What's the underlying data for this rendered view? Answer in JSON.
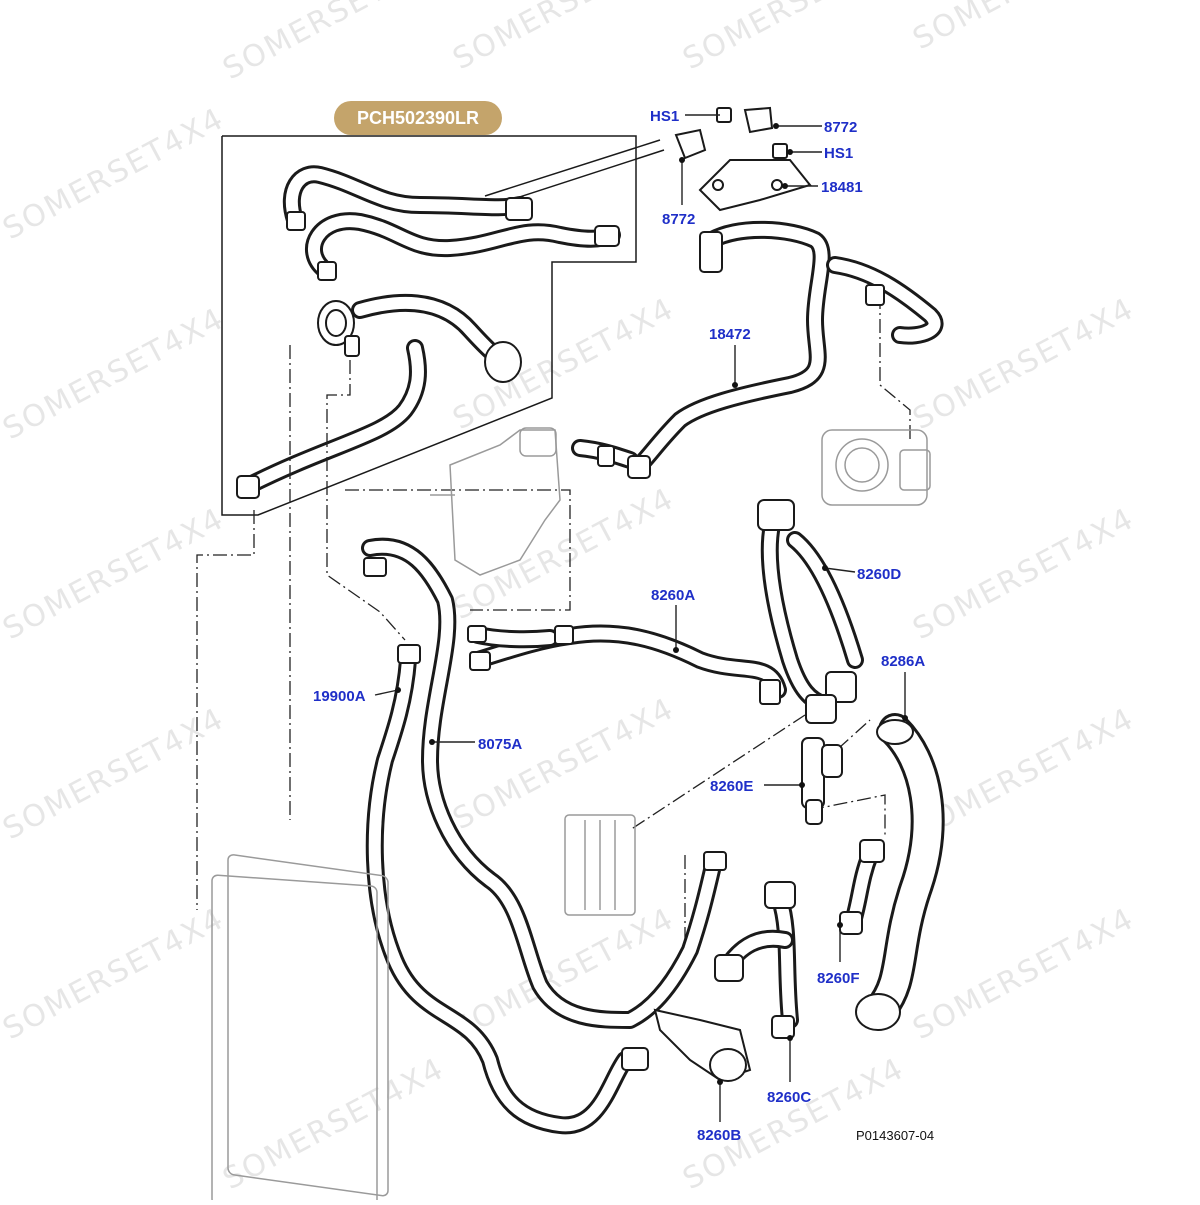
{
  "badge": "PCH502390LR",
  "reference_code": "P0143607-04",
  "watermark": "SOMERSET4X4",
  "colors": {
    "callout": "#1f2fc8",
    "badge": "#c4a46b",
    "line": "#1a1a1a"
  },
  "callouts": {
    "hs1_left": "HS1",
    "c8772_right": "8772",
    "hs1_right": "HS1",
    "c18481": "18481",
    "c8772_left": "8772",
    "c18472": "18472",
    "c8260D": "8260D",
    "c8260A": "8260A",
    "c8286A": "8286A",
    "c19900A": "19900A",
    "c8075A": "8075A",
    "c8260E": "8260E",
    "c8260F": "8260F",
    "c8260C": "8260C",
    "c8260B": "8260B"
  }
}
